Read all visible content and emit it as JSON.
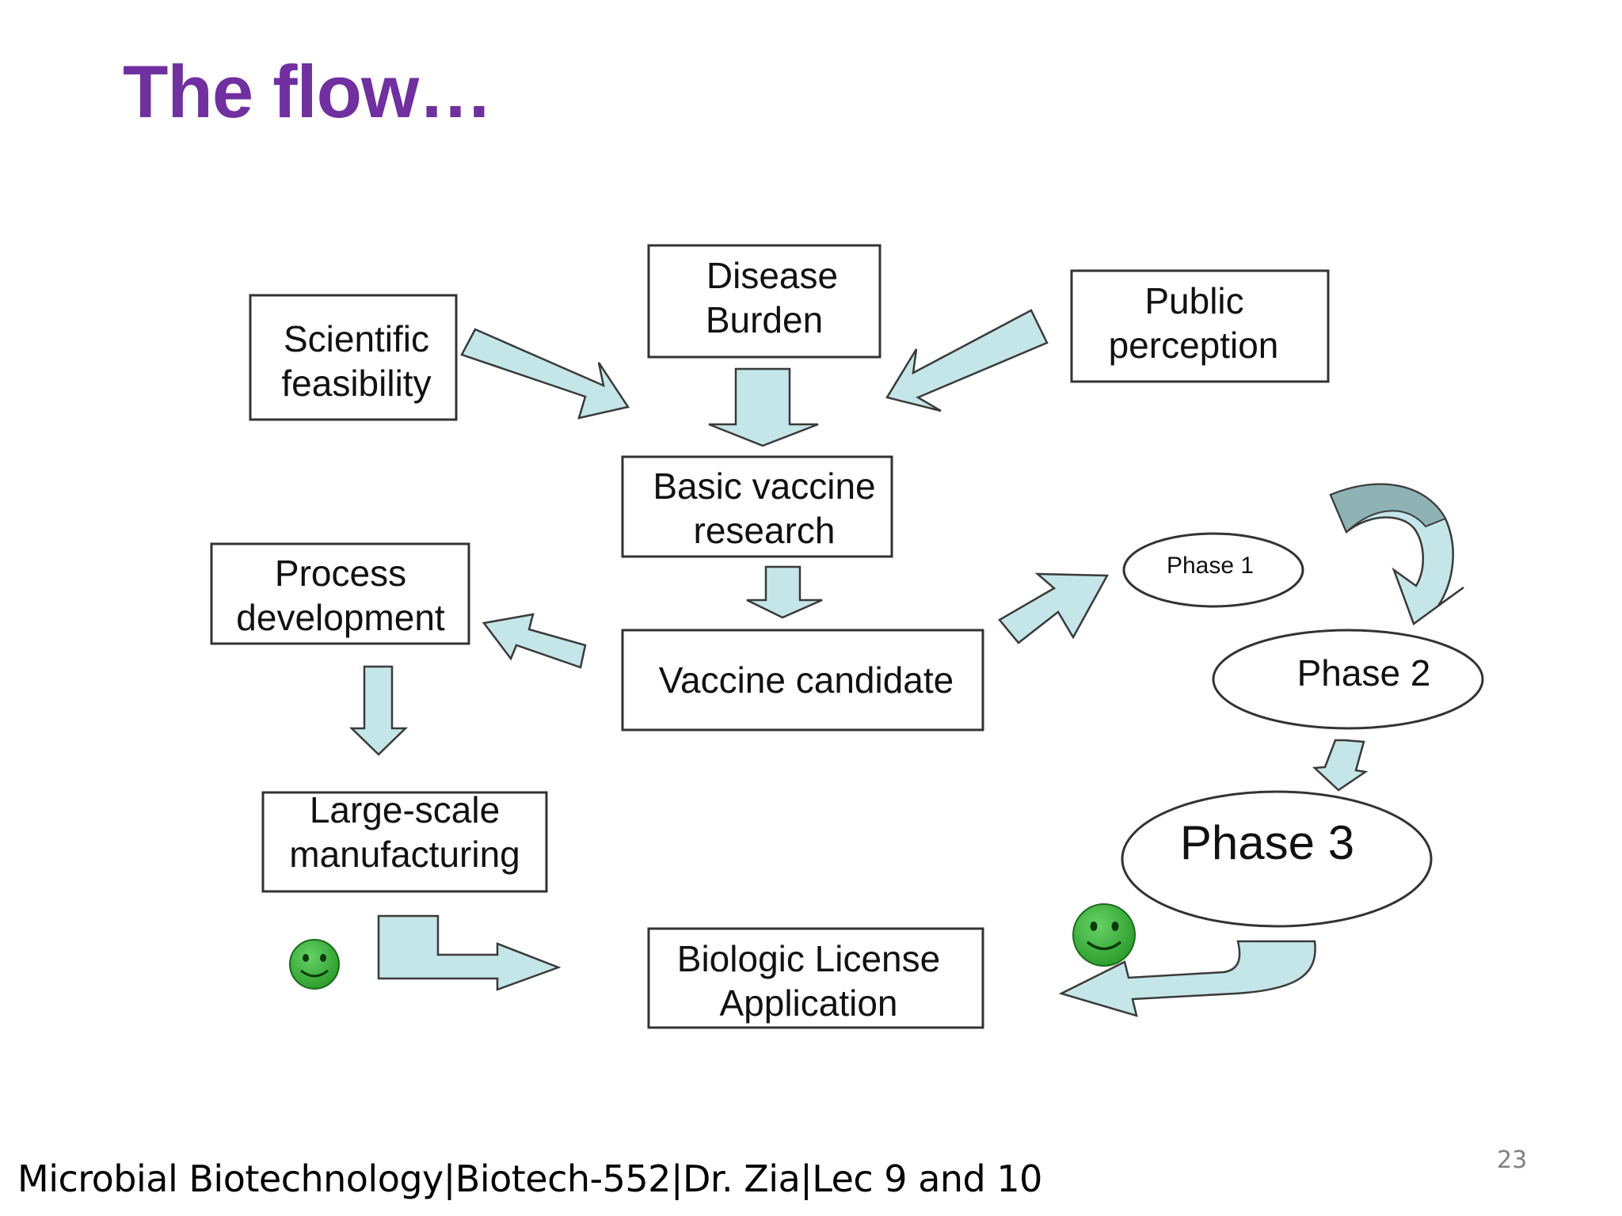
{
  "slide": {
    "title": "The flow…",
    "footer": "Microbial Biotechnology|Biotech-552|Dr. Zia|Lec 9 and 10",
    "page_number": "23"
  },
  "boxes": {
    "scientific_feasibility": [
      "Scientific",
      "feasibility"
    ],
    "disease_burden": [
      "Disease",
      "Burden"
    ],
    "public_perception": [
      "Public",
      "perception"
    ],
    "basic_vaccine_research": [
      "Basic vaccine",
      "research"
    ],
    "process_development": [
      "Process",
      "development"
    ],
    "vaccine_candidate": "Vaccine candidate",
    "large_scale_manufacturing": [
      "Large-scale",
      "manufacturing"
    ],
    "biologic_license_application": [
      "Biologic License",
      "Application"
    ]
  },
  "phases": {
    "phase1": "Phase 1",
    "phase2": "Phase 2",
    "phase3": "Phase 3"
  },
  "colors": {
    "title": "#7030a0",
    "arrow_fill": "#c5e6e8",
    "arrow_stroke": "#3a3a3a",
    "smiley": "#3cb43c",
    "box_border": "#333333"
  },
  "icons": [
    "smiley-face-icon",
    "smiley-face-icon"
  ]
}
